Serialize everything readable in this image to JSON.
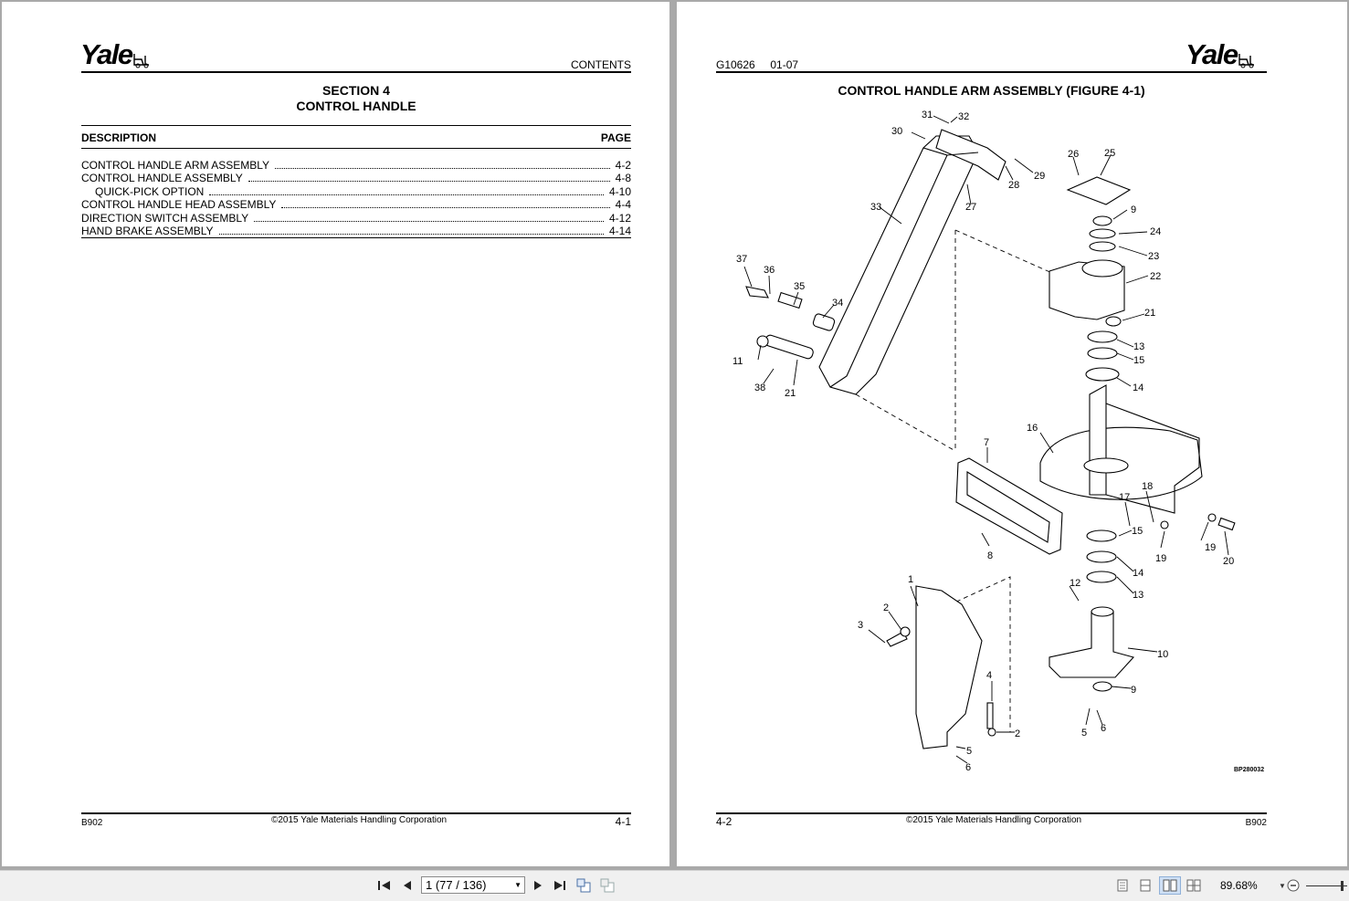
{
  "left_page": {
    "logo": "Yale",
    "header_right": "CONTENTS",
    "section_title": "SECTION 4",
    "section_subtitle": "CONTROL HANDLE",
    "col_description": "DESCRIPTION",
    "col_page": "PAGE",
    "toc": [
      {
        "label": "CONTROL HANDLE ARM ASSEMBLY",
        "page": "4-2",
        "indent": false
      },
      {
        "label": "CONTROL HANDLE ASSEMBLY",
        "page": "4-8",
        "indent": false
      },
      {
        "label": "QUICK-PICK OPTION",
        "page": "4-10",
        "indent": true
      },
      {
        "label": "CONTROL HANDLE HEAD ASSEMBLY",
        "page": "4-4",
        "indent": false
      },
      {
        "label": "DIRECTION SWITCH ASSEMBLY",
        "page": "4-12",
        "indent": false
      },
      {
        "label": "HAND BRAKE ASSEMBLY",
        "page": "4-14",
        "indent": false
      }
    ],
    "footer_left": "B902",
    "footer_center": "©2015 Yale Materials Handling Corporation",
    "footer_right": "4-1"
  },
  "right_page": {
    "header_left": "G10626     01-07",
    "logo": "Yale",
    "figure_title": "CONTROL HANDLE ARM ASSEMBLY (FIGURE 4-1)",
    "figure_code": "BP280032",
    "callouts": [
      "31",
      "32",
      "30",
      "29",
      "28",
      "26",
      "25",
      "27",
      "33",
      "9",
      "24",
      "23",
      "22",
      "37",
      "36",
      "35",
      "34",
      "21",
      "13",
      "15",
      "11",
      "38",
      "21",
      "14",
      "16",
      "7",
      "18",
      "17",
      "15",
      "19",
      "19",
      "20",
      "8",
      "14",
      "13",
      "12",
      "1",
      "10",
      "2",
      "3",
      "9",
      "4",
      "2",
      "5",
      "6",
      "5",
      "6"
    ],
    "footer_left": "4-2",
    "footer_center": "©2015 Yale Materials Handling Corporation",
    "footer_right": "B902"
  },
  "toolbar": {
    "page_indicator": "1 (77 / 136)",
    "zoom": "89.68%",
    "icons": [
      "first-page-icon",
      "previous-page-icon",
      "next-page-icon",
      "last-page-icon",
      "rotate-icon",
      "copy-icon",
      "single-page-icon",
      "continuous-icon",
      "facing-icon",
      "continuous-facing-icon",
      "zoom-dropdown-icon",
      "zoom-out-icon",
      "zoom-slider"
    ]
  }
}
